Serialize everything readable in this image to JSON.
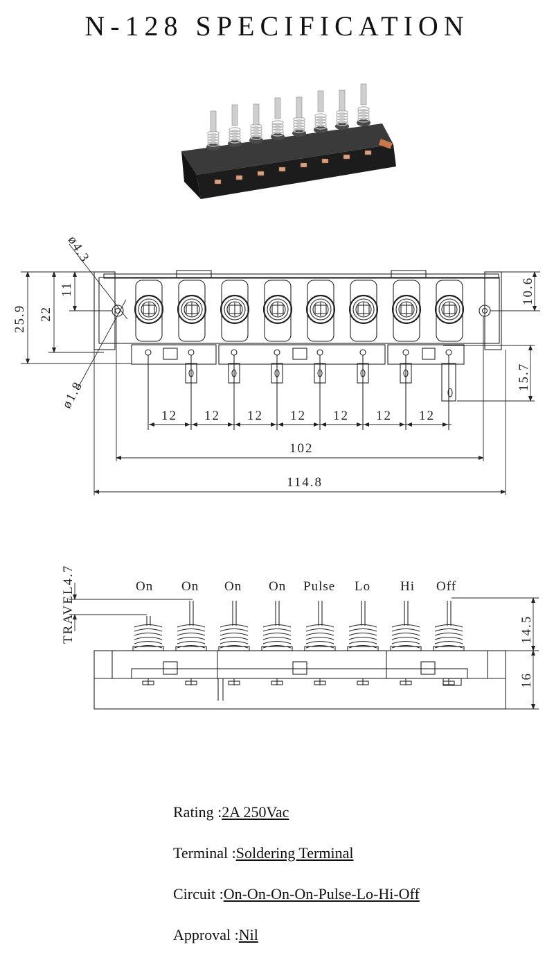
{
  "title": "N-128 SPECIFICATION",
  "top_view": {
    "dims": {
      "hole_dia": "ø4.3",
      "pin_dia": "ø1.8",
      "h_11": "11",
      "h_22": "22",
      "h_25_9": "25.9",
      "h_10_6": "10.6",
      "h_15_7": "15.7",
      "pitch": [
        "12",
        "12",
        "12",
        "12",
        "12",
        "12",
        "12"
      ],
      "w_102": "102",
      "w_114_8": "114.8"
    }
  },
  "side_view": {
    "labels": [
      "On",
      "On",
      "On",
      "On",
      "Pulse",
      "Lo",
      "Hi",
      "Off"
    ],
    "travel": "TRAVEL4.7",
    "h_14_5": "14.5",
    "h_16": "16"
  },
  "specs": [
    {
      "label": "Rating :",
      "value": "2A 250Vac"
    },
    {
      "label": "Terminal :",
      "value": "Soldering Terminal "
    },
    {
      "label": "Circuit :",
      "value": "On-On-On-On-Pulse-Lo-Hi-Off"
    },
    {
      "label": "Approval :",
      "value": "Nil"
    }
  ]
}
